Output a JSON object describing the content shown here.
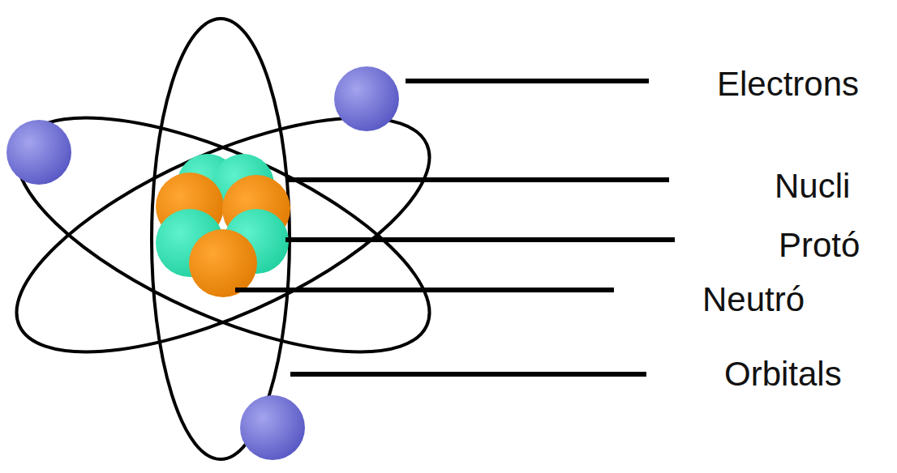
{
  "diagram": {
    "labels": [
      "Electrons",
      "Nucli",
      "Protó",
      "Neutró",
      "Orbitals"
    ]
  }
}
